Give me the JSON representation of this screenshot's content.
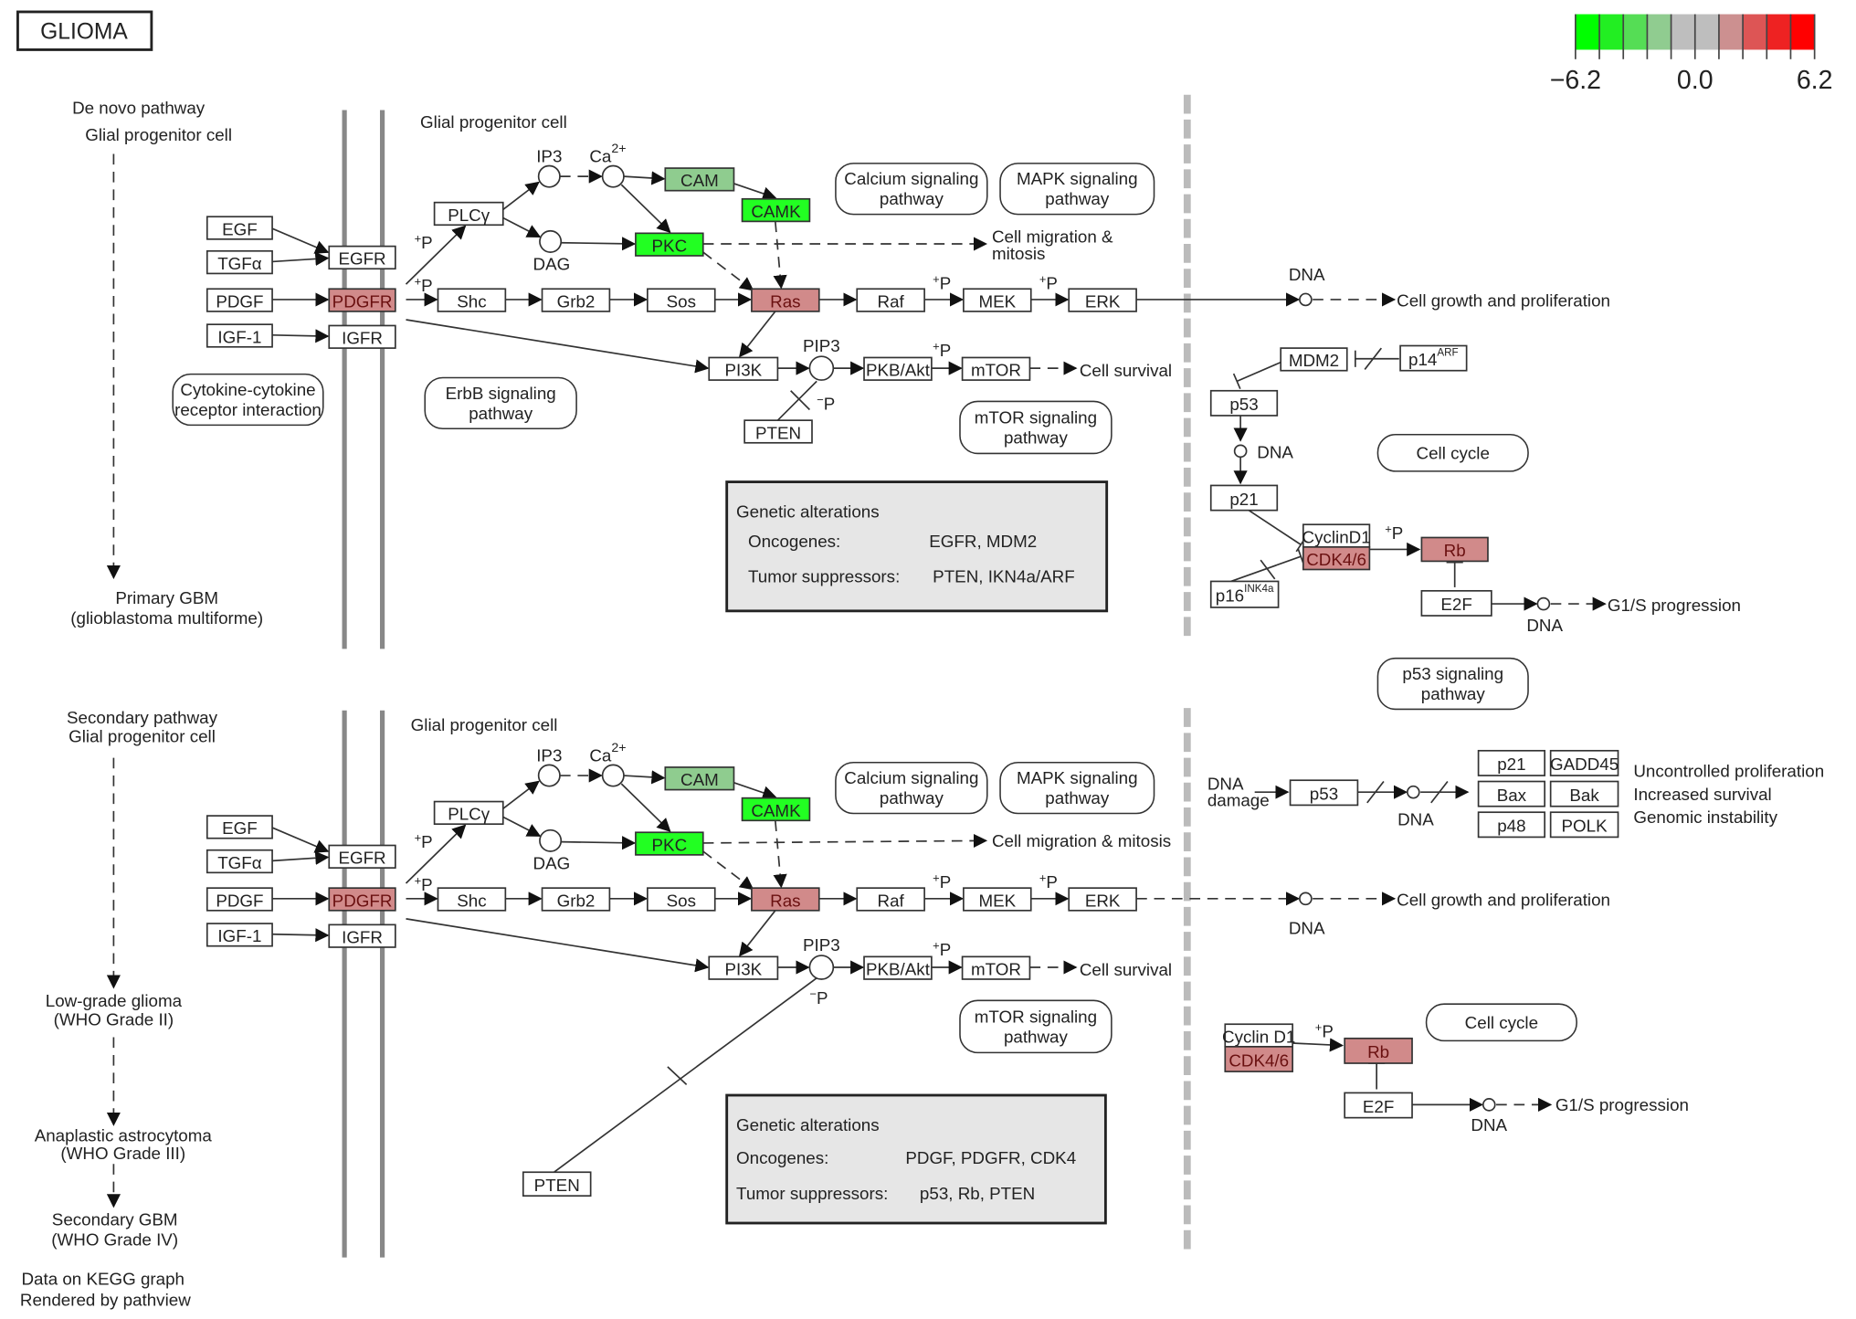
{
  "title": "GLIOMA",
  "legend": {
    "min_label": "−6.2",
    "mid_label": "0.0",
    "max_label": "6.2",
    "colors": [
      "#00ff00",
      "#22ee22",
      "#55dd55",
      "#90cc90",
      "#bebebe",
      "#bebebe",
      "#cc9090",
      "#dd5555",
      "#ee2222",
      "#ff0000"
    ]
  },
  "colors": {
    "up_strong": "#d18a8a",
    "down_strong": "#22ff22",
    "down_mild": "#8fcc8f",
    "gray": "#e6e6e6"
  },
  "footer": [
    "Data on KEGG graph",
    "Rendered by pathview"
  ],
  "top": {
    "stage_labels": [
      "De novo pathway",
      "Glial progenitor cell",
      "Primary GBM",
      "(glioblastoma multiforme)"
    ],
    "cell_label": "Glial progenitor cell",
    "genetic_alterations": {
      "heading": "Genetic alterations",
      "rows": [
        {
          "label": "Oncogenes:",
          "value": "EGFR, MDM2"
        },
        {
          "label": "Tumor suppressors:",
          "value": "PTEN, IKN4a/ARF"
        }
      ]
    },
    "pathway_refs": [
      "Cytokine-cytokine|receptor interaction",
      "ErbB signaling|pathway",
      "Calcium signaling|pathway",
      "MAPK signaling|pathway",
      "mTOR signaling|pathway",
      "Cell cycle",
      "p53 signaling|pathway"
    ],
    "outcomes": [
      "Cell migration &|mitosis",
      "Cell growth and proliferation",
      "Cell survival",
      "G1/S progression"
    ]
  },
  "bottom": {
    "stage_labels": [
      "Secondary pathway",
      "Glial progenitor cell",
      "Low-grade glioma",
      "(WHO Grade II)",
      "Anaplastic astrocytoma",
      "(WHO Grade III)",
      "Secondary GBM",
      "(WHO Grade IV)"
    ],
    "cell_label": "Glial progenitor cell",
    "genetic_alterations": {
      "heading": "Genetic alterations",
      "rows": [
        {
          "label": "Oncogenes:",
          "value": "PDGF, PDGFR, CDK4"
        },
        {
          "label": "Tumor suppressors:",
          "value": "p53, Rb, PTEN"
        }
      ]
    },
    "pathway_refs": [
      "Calcium signaling|pathway",
      "MAPK signaling|pathway",
      "mTOR signaling|pathway",
      "Cell cycle"
    ],
    "outcomes": [
      "Cell migration & mitosis",
      "Cell growth and proliferation",
      "Cell survival",
      "G1/S progression",
      "Uncontrolled proliferation",
      "Increased survival",
      "Genomic instability"
    ],
    "dna_damage": "DNA|damage"
  },
  "genes": {
    "EGF": {
      "label": "EGF",
      "state": "none"
    },
    "TGFa": {
      "label": "TGFα",
      "state": "none"
    },
    "PDGF": {
      "label": "PDGF",
      "state": "none"
    },
    "IGF1": {
      "label": "IGF-1",
      "state": "none"
    },
    "EGFR": {
      "label": "EGFR",
      "state": "none"
    },
    "PDGFR": {
      "label": "PDGFR",
      "state": "up"
    },
    "IGFR": {
      "label": "IGFR",
      "state": "none"
    },
    "PLCg": {
      "label": "PLCγ",
      "state": "none"
    },
    "Shc": {
      "label": "Shc",
      "state": "none"
    },
    "Grb2": {
      "label": "Grb2",
      "state": "none"
    },
    "Sos": {
      "label": "Sos",
      "state": "none"
    },
    "Ras": {
      "label": "Ras",
      "state": "up"
    },
    "Raf": {
      "label": "Raf",
      "state": "none"
    },
    "MEK": {
      "label": "MEK",
      "state": "none"
    },
    "ERK": {
      "label": "ERK",
      "state": "none"
    },
    "CAM": {
      "label": "CAM",
      "state": "down_mild"
    },
    "CAMK": {
      "label": "CAMK",
      "state": "down"
    },
    "PKC": {
      "label": "PKC",
      "state": "down"
    },
    "PI3K": {
      "label": "PI3K",
      "state": "none"
    },
    "PKB": {
      "label": "PKB/Akt",
      "state": "none"
    },
    "mTOR": {
      "label": "mTOR",
      "state": "none"
    },
    "PTEN": {
      "label": "PTEN",
      "state": "none"
    },
    "MDM2": {
      "label": "MDM2",
      "state": "none"
    },
    "p14": {
      "label": "p14",
      "sup": "ARF",
      "state": "none"
    },
    "p53": {
      "label": "p53",
      "state": "none"
    },
    "p21": {
      "label": "p21",
      "state": "none"
    },
    "CyclinD1": {
      "label": "CyclinD1",
      "state": "none"
    },
    "CDK46": {
      "label": "CDK4/6",
      "state": "up"
    },
    "p16": {
      "label": "p16",
      "sup": "INK4a",
      "state": "none"
    },
    "Rb": {
      "label": "Rb",
      "state": "up"
    },
    "E2F": {
      "label": "E2F",
      "state": "none"
    },
    "CyclinD1b": {
      "label": "Cyclin D1",
      "state": "none"
    },
    "GADD45": {
      "label": "GADD45",
      "state": "none"
    },
    "Bax": {
      "label": "Bax",
      "state": "none"
    },
    "Bak": {
      "label": "Bak",
      "state": "none"
    },
    "p48": {
      "label": "p48",
      "state": "none"
    },
    "POLK": {
      "label": "POLK",
      "state": "none"
    }
  },
  "compounds": {
    "IP3": "IP3",
    "Ca": "Ca",
    "Ca_sup": "2+",
    "DAG": "DAG",
    "PIP3": "PIP3",
    "DNA": "DNA"
  },
  "modifiers": {
    "phos": "+P",
    "dephos": "−P"
  }
}
